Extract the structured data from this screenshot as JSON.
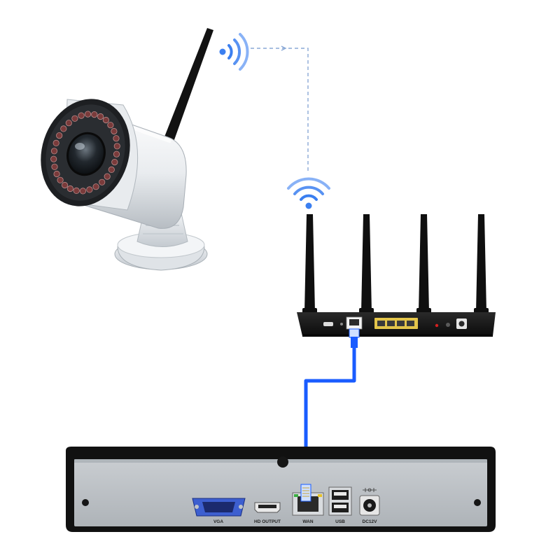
{
  "colors": {
    "cable": "#1a5cff",
    "wifi": "#3b7ff0",
    "dashed_link": "#8aa9d6",
    "router_body": "#141414",
    "nvr_shell": "#111111",
    "nvr_panel": "#b9bec3",
    "wan_led_green": "#3cb043",
    "wan_led_yellow": "#e6c229",
    "router_lan_ports": "#e4c54a",
    "router_led_red": "#d62020"
  },
  "icons": {
    "camera": "wifi-bullet-camera-icon",
    "camera_signal": "wifi-signal-icon",
    "router_signal": "wifi-signal-icon",
    "router": "wireless-router-icon",
    "nvr": "network-video-recorder-icon"
  },
  "nvr": {
    "ports": {
      "vga": "VGA",
      "hdmi": "HD OUTPUT",
      "wan": "WAN",
      "usb": "USB",
      "power": "DC12V"
    }
  }
}
